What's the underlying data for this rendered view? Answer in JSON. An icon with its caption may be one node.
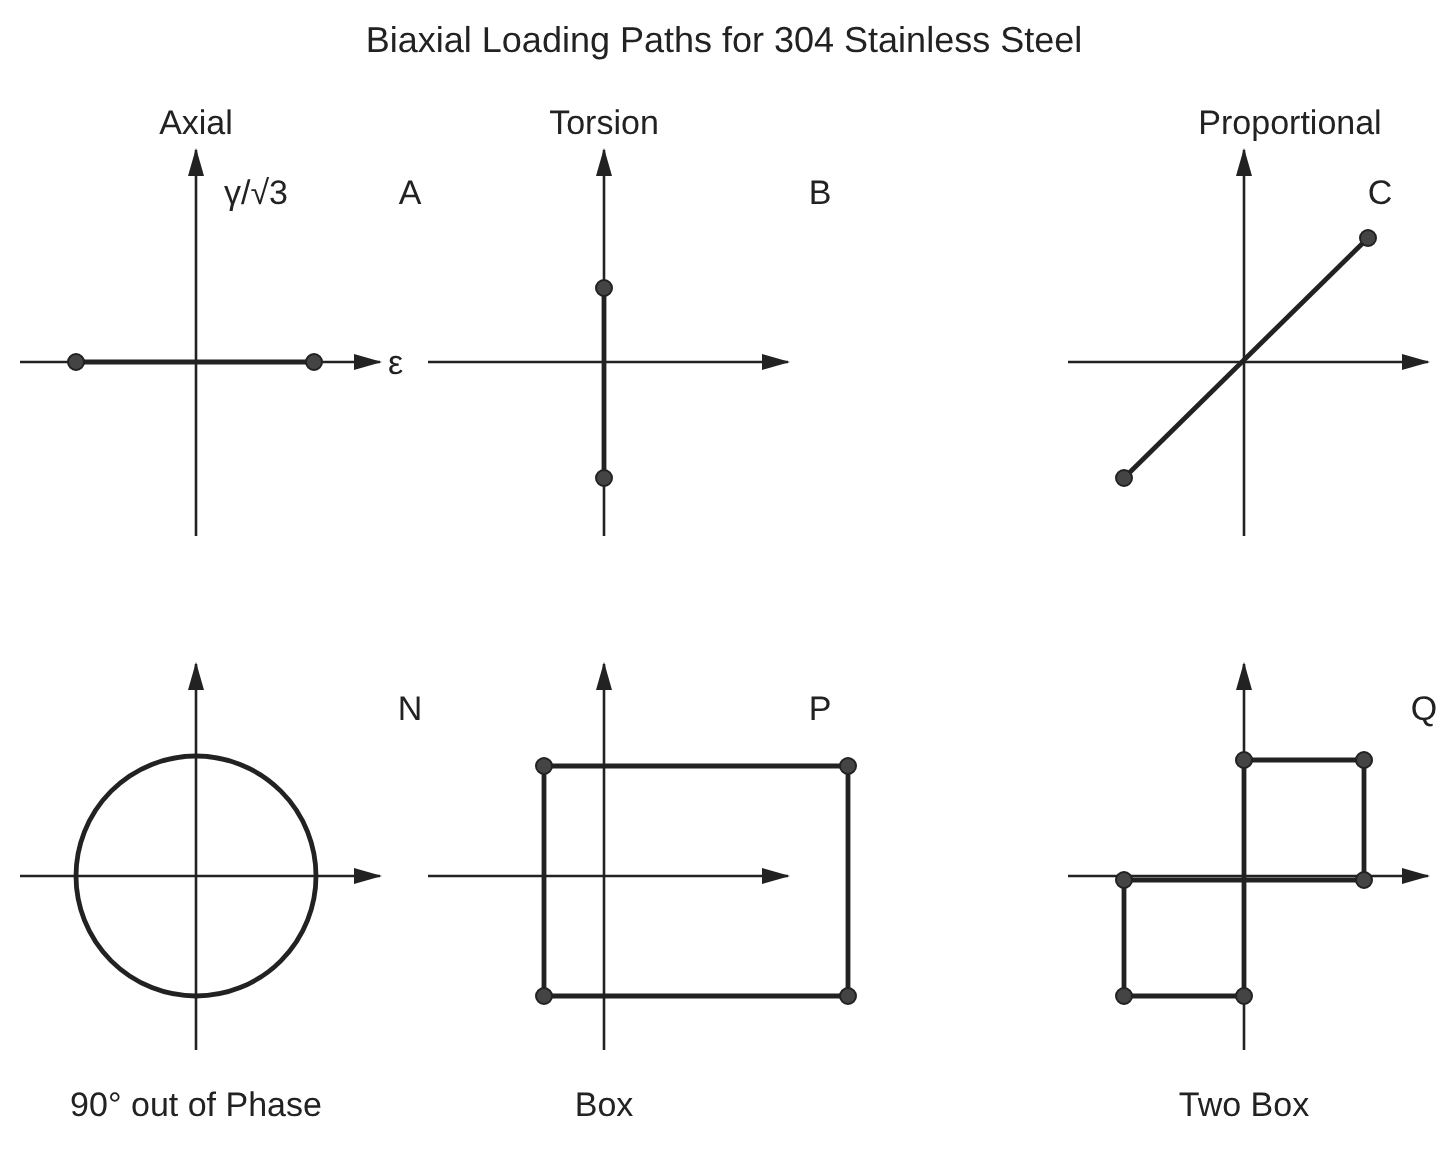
{
  "diagram": {
    "title": "Biaxial Loading Paths for 304 Stainless Steel",
    "labels": [
      "Axial",
      "Torsion",
      "Proportional",
      "A",
      "γ/√3",
      "B",
      "C",
      "ε",
      "N",
      "P",
      "Q",
      "90° out of Phase",
      "Box",
      "Two Box"
    ]
  }
}
